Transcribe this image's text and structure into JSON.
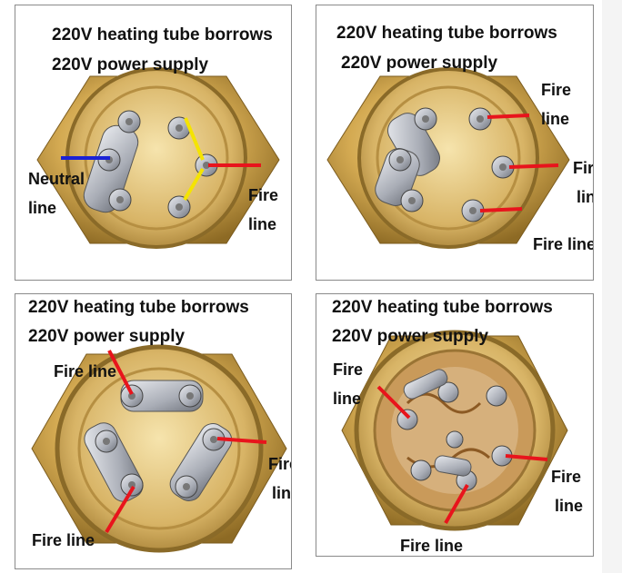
{
  "colors": {
    "fire_line": "#e8141c",
    "neutral_line": "#1a22d6",
    "jumper_wire": "#f5e400",
    "brass": "#d4aa52",
    "panel_border": "#8a8a8a"
  },
  "panels": [
    {
      "title_line1": "220V heating tube borrows",
      "title_line2": "220V power supply",
      "labels": {
        "neutral_1": "Neutral",
        "neutral_2": "line",
        "fire_1": "Fire",
        "fire_2": "line"
      }
    },
    {
      "title_line1": "220V heating tube borrows",
      "title_line2": "220V power supply",
      "labels": {
        "fire_a1": "Fire",
        "fire_a2": "line",
        "fire_b1": "Fire",
        "fire_b2": "line",
        "fire_c": "Fire line"
      }
    },
    {
      "title_line1": "220V heating tube borrows",
      "title_line2": "220V power supply",
      "labels": {
        "fire_a": "Fire line",
        "fire_b1": "Fire",
        "fire_b2": "line",
        "fire_c": "Fire line"
      }
    },
    {
      "title_line1": "220V heating tube borrows",
      "title_line2": "220V power supply",
      "labels": {
        "fire_a1": "Fire",
        "fire_a2": "line",
        "fire_b1": "Fire",
        "fire_b2": "line",
        "fire_c": "Fire line"
      }
    }
  ]
}
